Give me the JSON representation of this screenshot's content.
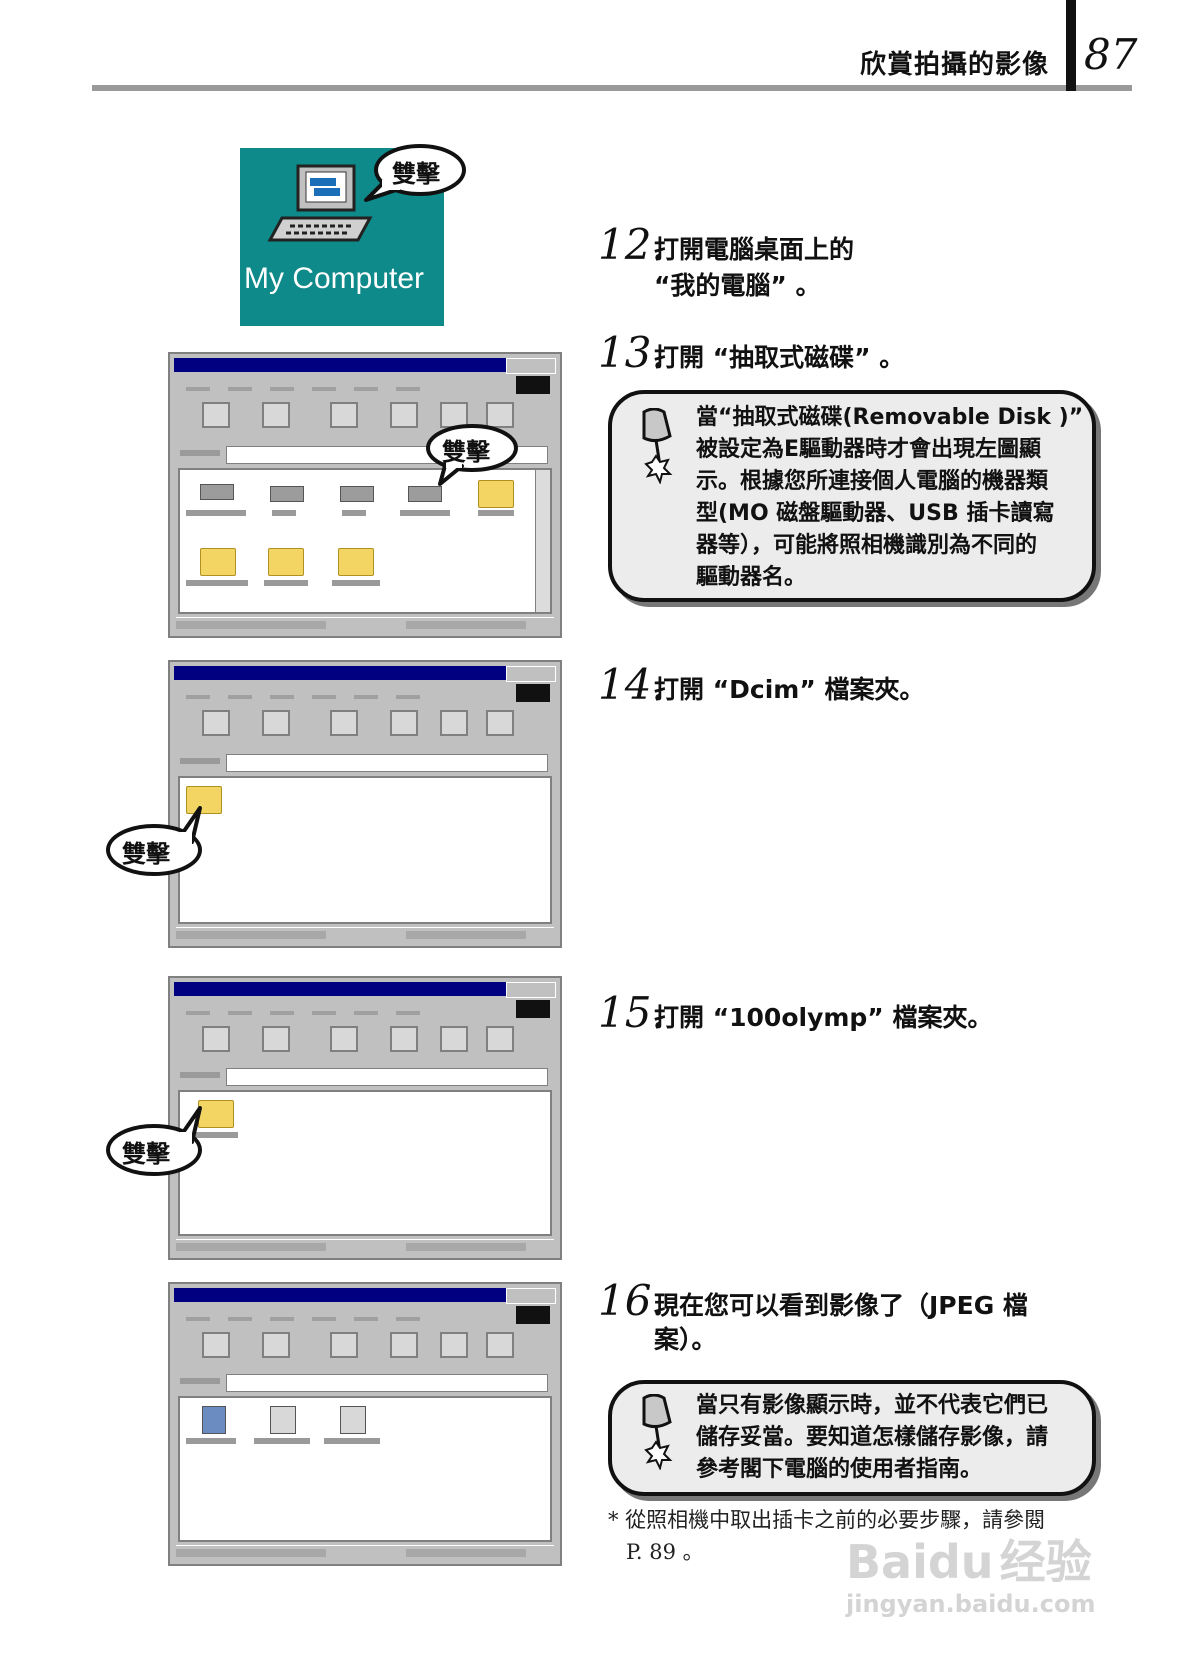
{
  "header": {
    "title": "欣賞拍攝的影像",
    "page": "87"
  },
  "my_computer": {
    "label": "My Computer",
    "bubble": "雙擊"
  },
  "steps": [
    {
      "num": "12.",
      "lines": [
        "打開電腦桌面上的",
        "“我的電腦” 。"
      ]
    },
    {
      "num": "13.",
      "lines": [
        "打開 “抽取式磁碟” 。"
      ]
    },
    {
      "num": "14.",
      "lines": [
        "打開 “Dcim” 檔案夾。"
      ]
    },
    {
      "num": "15.",
      "lines": [
        "打開 “100olymp” 檔案夾。"
      ]
    },
    {
      "num": "16.",
      "lines": [
        "現在您可以看到影像了（JPEG 檔",
        "案）。"
      ]
    }
  ],
  "note1": {
    "lines": [
      "當“抽取式磁碟(Removable Disk )”",
      "被設定為E驅動器時才會出現左圖顯",
      "示。根據您所連接個人電腦的機器類",
      "型(MO 磁盤驅動器、USB 插卡讀寫",
      "器等），可能將照相機識別為不同的",
      "驅動器名。"
    ]
  },
  "note2": {
    "lines": [
      "當只有影像顯示時，並不代表它們已",
      "儲存妥當。要知道怎樣儲存影像，請",
      "參考閣下電腦的使用者指南。"
    ]
  },
  "bubbles": {
    "window1": "雙擊",
    "window2": "雙擊",
    "window3": "雙擊"
  },
  "footnote": {
    "lines": [
      "* 從照相機中取出插卡之前的必要步驟，請參閱",
      "P. 89 。"
    ]
  },
  "watermark": {
    "brand": "Bai",
    "brand2": "du",
    "brand3": "经验",
    "url": "jingyan.baidu.com"
  }
}
